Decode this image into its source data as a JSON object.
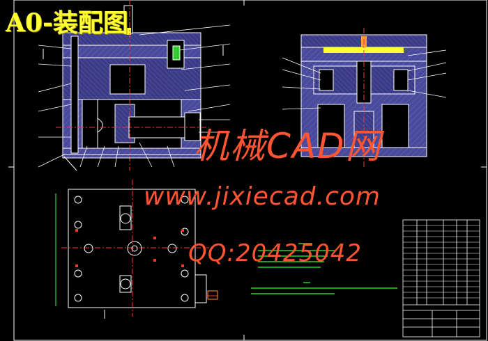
{
  "title": "A0-装配图",
  "watermark": {
    "line1": "机械CAD网",
    "line2": "www.jixiecad.com",
    "line3": "QQ:20425042"
  },
  "colors": {
    "background": "#000000",
    "drawing_lines": "#ffffff",
    "section_hatch": "#4a4a9a",
    "title_text": "#ffff33",
    "watermark": "#ff5533",
    "notes_text": "#33ff33",
    "center_lines": "#ff3333",
    "leader_lines": "#33ffff"
  }
}
